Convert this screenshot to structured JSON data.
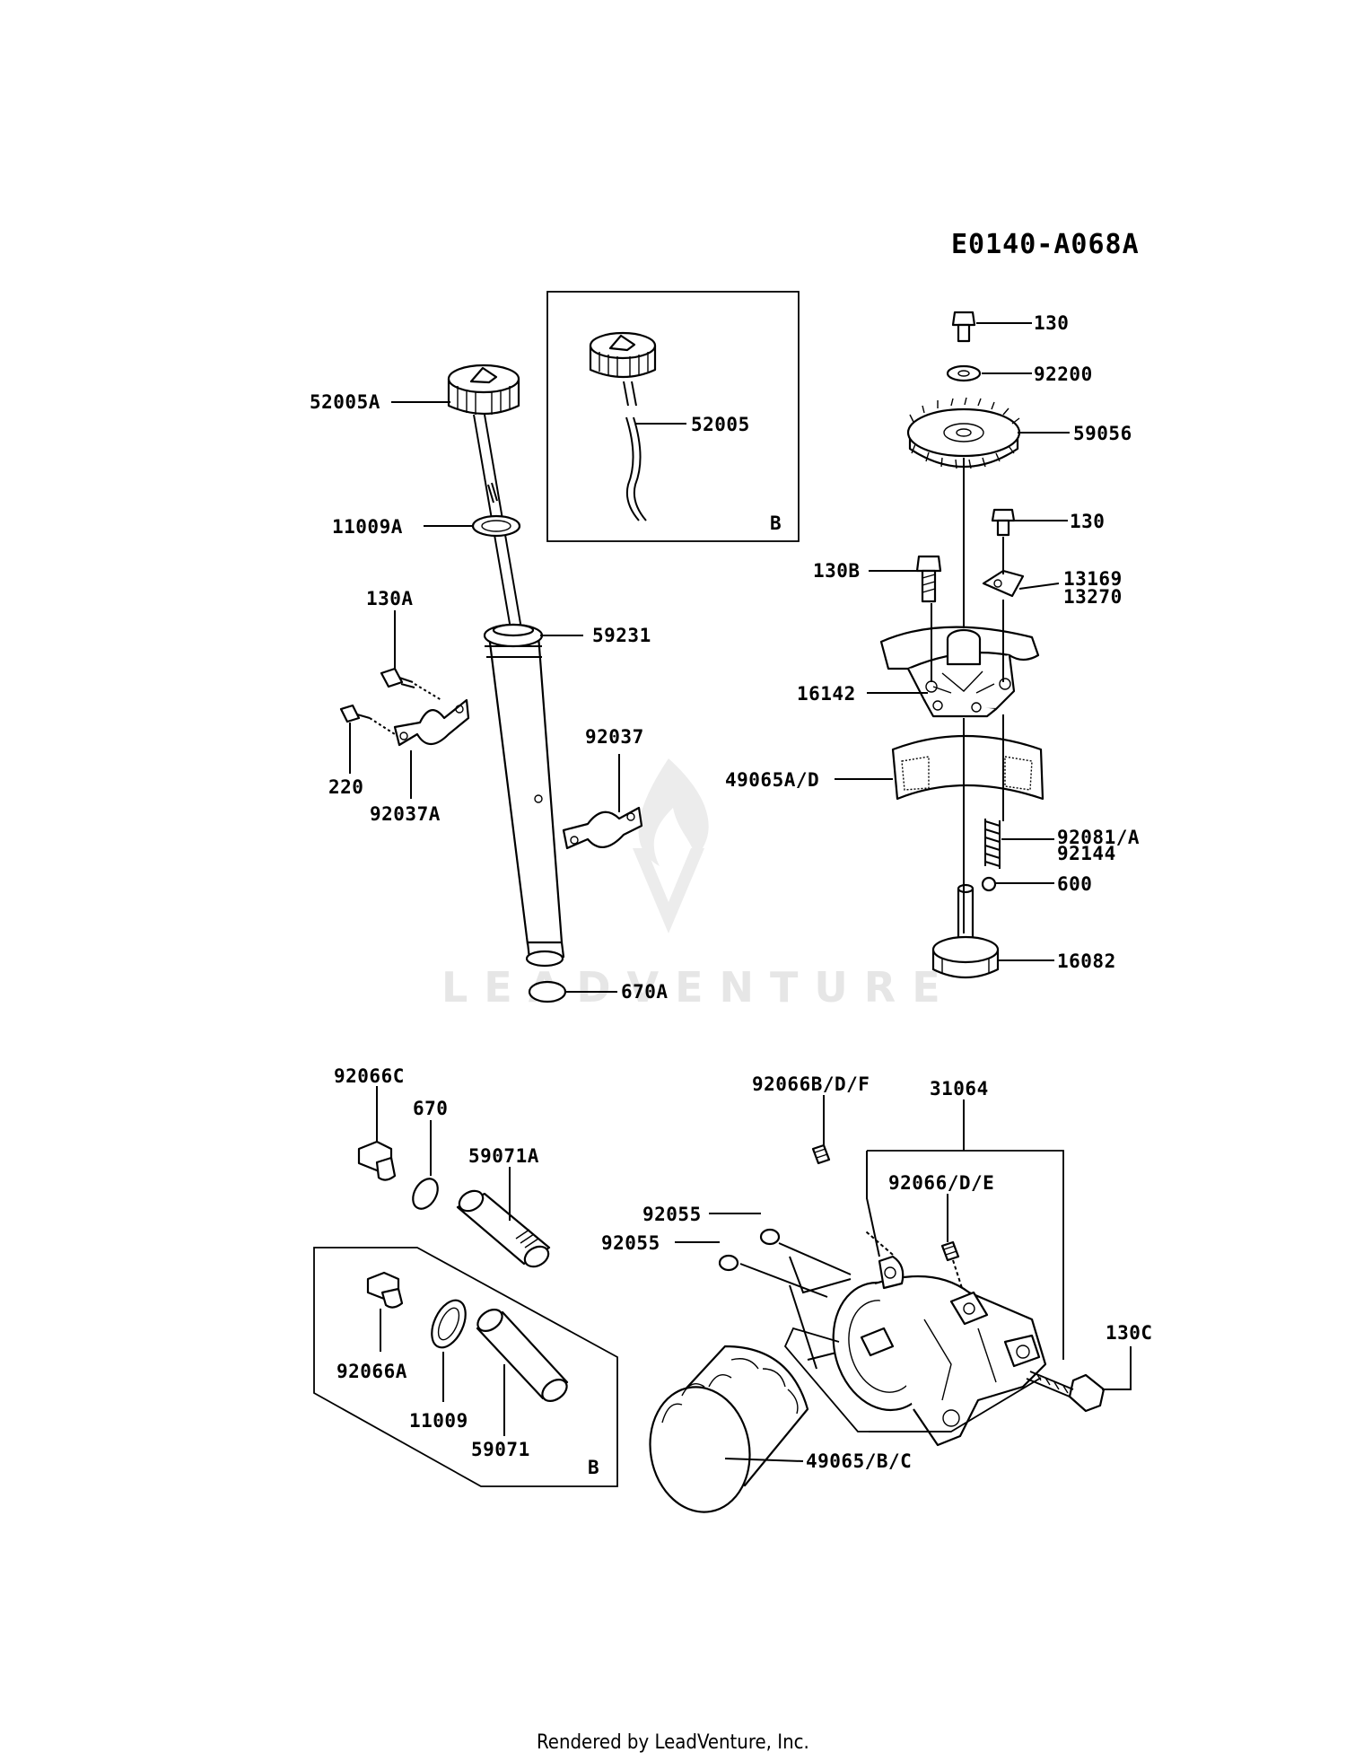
{
  "diagram_code": "E0140-A068A",
  "watermark": "LEADVENTURE",
  "footer": "Rendered by LeadVenture, Inc.",
  "labels": {
    "p52005A": "52005A",
    "p52005": "52005",
    "pB_top": "B",
    "p11009A": "11009A",
    "p130A": "130A",
    "p59231": "59231",
    "p92037": "92037",
    "p220": "220",
    "p92037A": "92037A",
    "p670A": "670A",
    "p130_a": "130",
    "p92200": "92200",
    "p59056": "59056",
    "p130_b": "130",
    "p130B": "130B",
    "p13169": "13169",
    "p13270": "13270",
    "p16142": "16142",
    "p49065AD": "49065A/D",
    "p92081A": "92081/A",
    "p92144": "92144",
    "p600": "600",
    "p16082": "16082",
    "p92066C": "92066C",
    "p670": "670",
    "p59071A": "59071A",
    "p92066BDF": "92066B/D/F",
    "p31064": "31064",
    "p92066DE": "92066/D/E",
    "p92055_a": "92055",
    "p92055_b": "92055",
    "p130C": "130C",
    "p92066A": "92066A",
    "p11009": "11009",
    "p59071": "59071",
    "pB_bottom": "B",
    "p49065BC": "49065/B/C"
  }
}
